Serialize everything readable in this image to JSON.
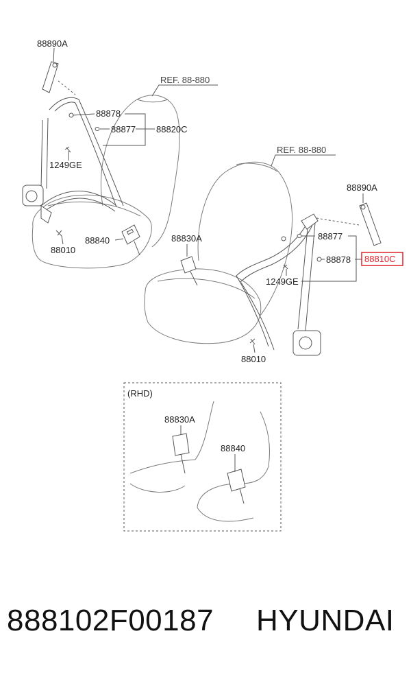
{
  "diagram": {
    "labels": {
      "retractor_anchor_left": "88890A",
      "bolt_left_upper": "88878",
      "cap_left": "88877",
      "belt_assy_left": "88820C",
      "bolt_left_mount": "1249GE",
      "bolt_left_floor": "88010",
      "buckle_left": "88840",
      "ref_left": "REF. 88-880",
      "ref_right": "REF. 88-880",
      "retractor_anchor_right": "88890A",
      "cap_right": "88877",
      "bolt_right_upper": "88878",
      "belt_assy_right": "88810C",
      "buckle_right": "88830A",
      "bolt_right_mount": "1249GE",
      "bolt_right_floor": "88010",
      "rhd_title": "(RHD)",
      "rhd_buckle_a": "88830A",
      "rhd_buckle_b": "88840"
    },
    "highlight_color": "#e0202a",
    "line_color": "#555555"
  },
  "footer": {
    "part_number": "888102F00187",
    "brand": "HYUNDAI"
  }
}
